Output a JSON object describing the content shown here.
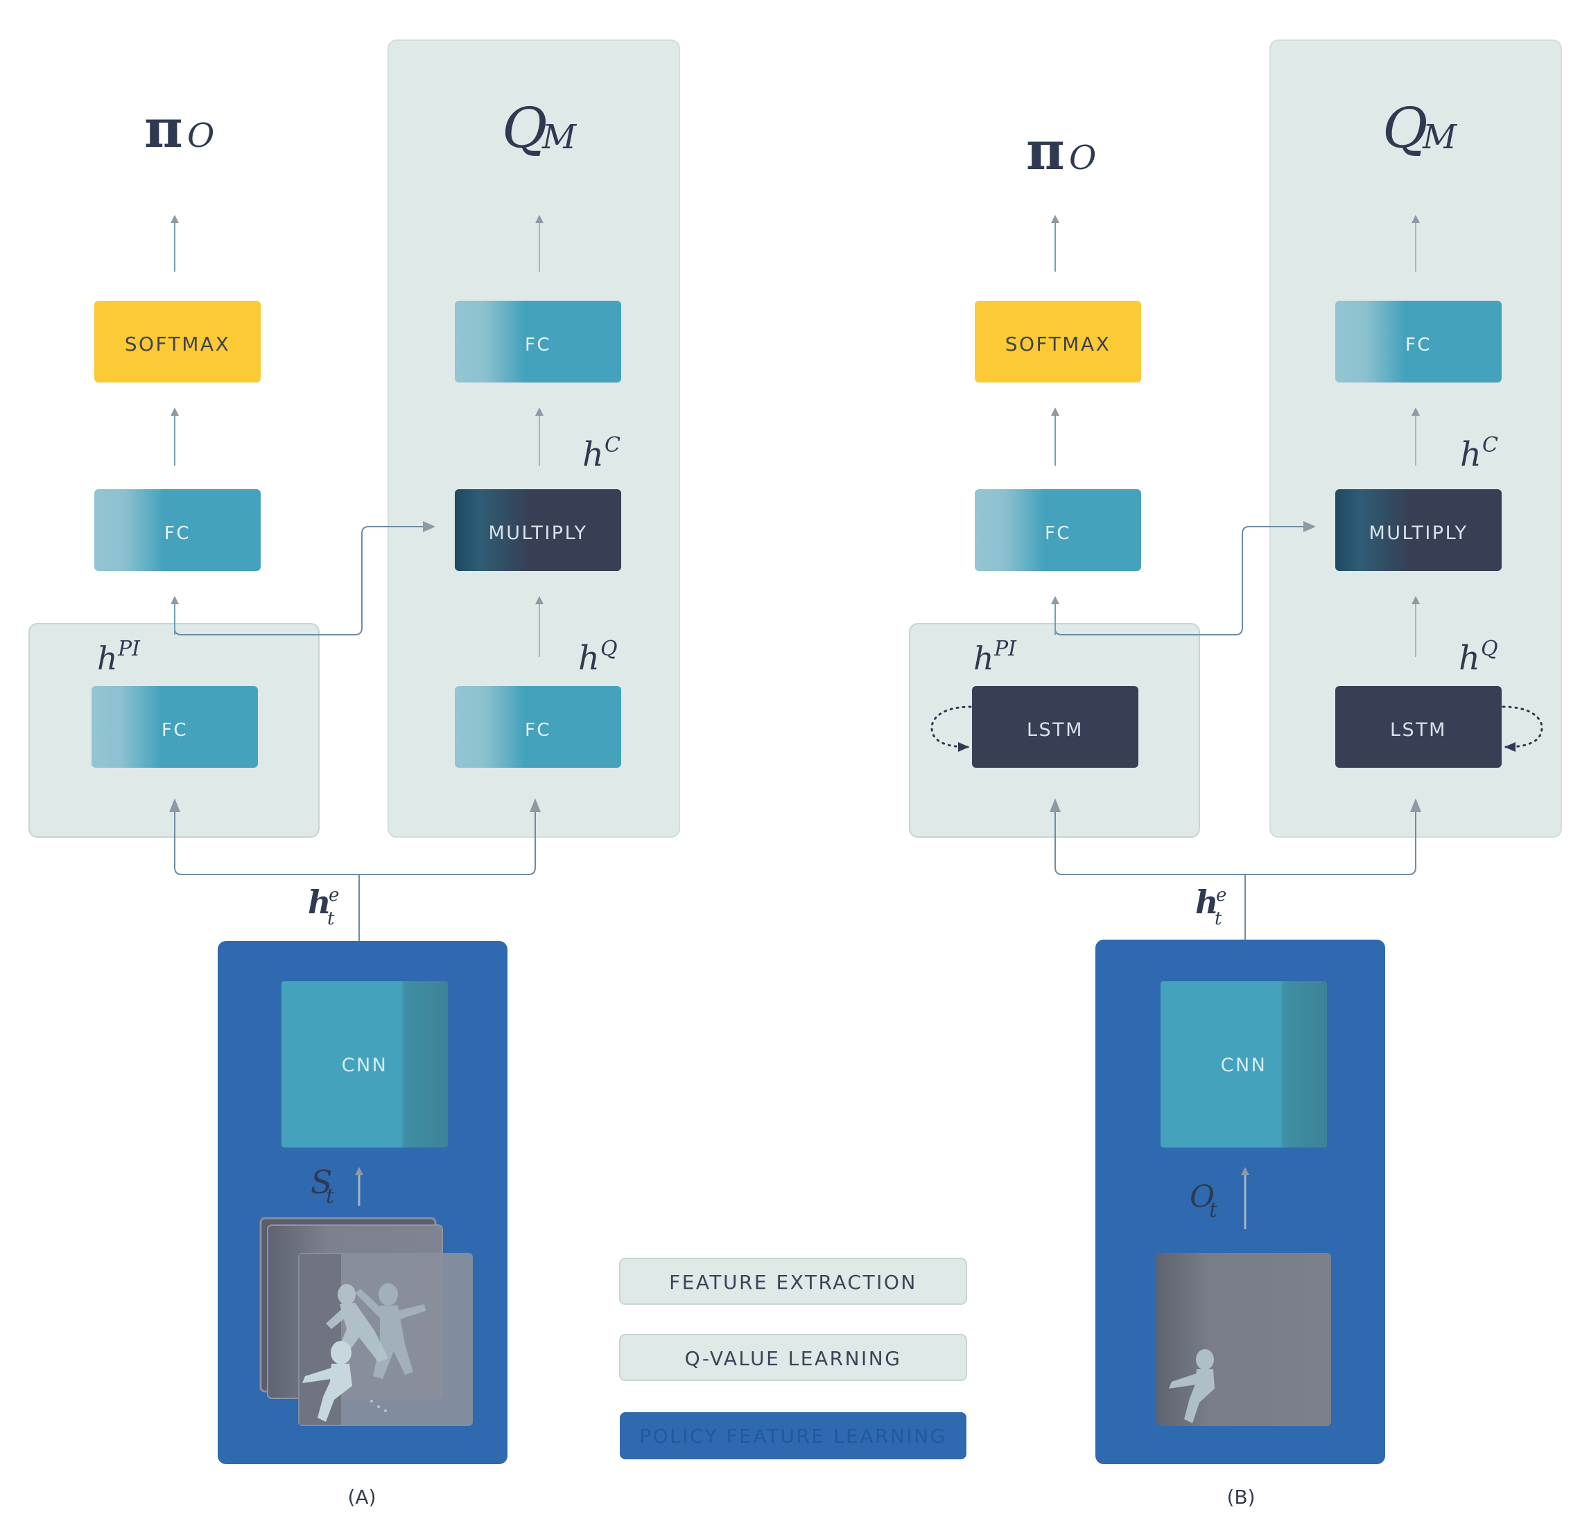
{
  "panel_a": {
    "policy_symbol": "π",
    "policy_sub": "O",
    "q_symbol": "Q",
    "q_sub": "M",
    "softmax": "SOFTMAX",
    "fc_policy": "FC",
    "fc_q_top": "FC",
    "multiply": "MULTIPLY",
    "fc_pi": "FC",
    "fc_q": "FC",
    "hc": "h",
    "hc_sup": "C",
    "hq": "h",
    "hq_sup": "Q",
    "hpi": "h",
    "hpi_sup": "PI",
    "he": "h",
    "he_sup": "e",
    "he_sub": "t",
    "cnn": "CNN",
    "input_symbol": "S",
    "input_sub": "t",
    "caption": "(A)"
  },
  "panel_b": {
    "policy_symbol": "π",
    "policy_sub": "O",
    "q_symbol": "Q",
    "q_sub": "M",
    "softmax": "SOFTMAX",
    "fc_policy": "FC",
    "fc_q_top": "FC",
    "multiply": "MULTIPLY",
    "lstm_pi": "LSTM",
    "lstm_q": "LSTM",
    "hc": "h",
    "hc_sup": "C",
    "hq": "h",
    "hq_sup": "Q",
    "hpi": "h",
    "hpi_sup": "PI",
    "he": "h",
    "he_sup": "e",
    "he_sub": "t",
    "cnn": "CNN",
    "input_symbol": "O",
    "input_sub": "t",
    "caption": "(B)"
  },
  "legend": {
    "feature_extraction": "FEATURE EXTRACTION",
    "q_value_learning": "Q-VALUE LEARNING",
    "policy_feature_learning": "POLICY FEATURE LEARNING"
  },
  "colors": {
    "panel_bg": "#dfe9e8",
    "policy_blue": "#2f69b0",
    "teal": "#44a2bc",
    "teal_light": "#93c5d2",
    "navy": "#363f54",
    "softmax": "#fcca34",
    "arrow": "#8d99a3",
    "connector": "#6e8ba5"
  }
}
